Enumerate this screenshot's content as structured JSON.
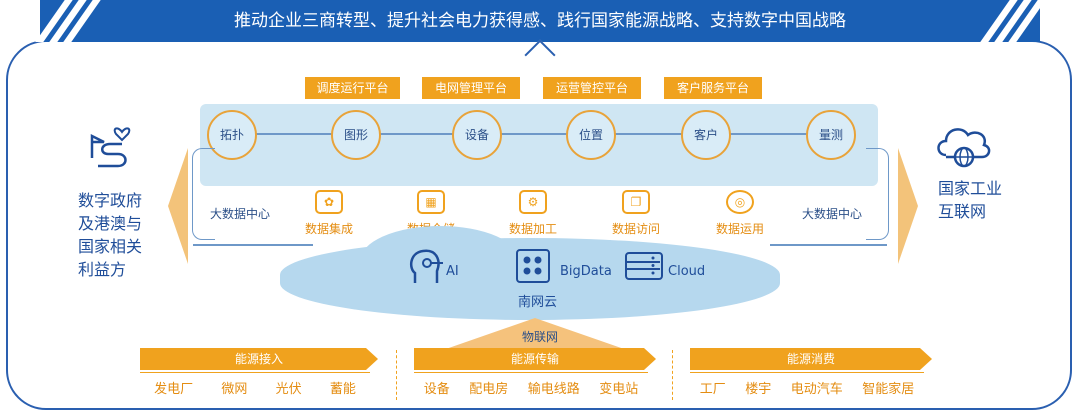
{
  "banner": {
    "title": "推动企业三商转型、提升社会电力获得感、践行国家能源战略、支持数字中国战略"
  },
  "platforms": [
    "调度运行平台",
    "电网管理平台",
    "运营管控平台",
    "客户服务平台"
  ],
  "nodes": [
    "拓扑",
    "图形",
    "设备",
    "位置",
    "客户",
    "量测"
  ],
  "left": {
    "line1": "数字政府",
    "line2": "及港澳与",
    "line3": "国家相关",
    "line4": "利益方"
  },
  "right": {
    "line1": "国家工业",
    "line2": "互联网"
  },
  "big_data_center": "大数据中心",
  "processes": [
    "数据集成",
    "数据仓储",
    "数据加工",
    "数据访问",
    "数据运用"
  ],
  "cloud": {
    "ai": "AI",
    "bigdata": "BigData",
    "cloud": "Cloud",
    "name": "南网云"
  },
  "iot": "物联网",
  "bottom": [
    {
      "title": "能源接入",
      "items": [
        "发电厂",
        "微网",
        "光伏",
        "蓄能"
      ]
    },
    {
      "title": "能源传输",
      "items": [
        "设备",
        "配电房",
        "输电线路",
        "变电站"
      ]
    },
    {
      "title": "能源消费",
      "items": [
        "工厂",
        "楼宇",
        "电动汽车",
        "智能家居"
      ]
    }
  ],
  "colors": {
    "blue": "#1a5fb4",
    "orange": "#f0a21e",
    "light_blue": "#cfe6f3"
  }
}
